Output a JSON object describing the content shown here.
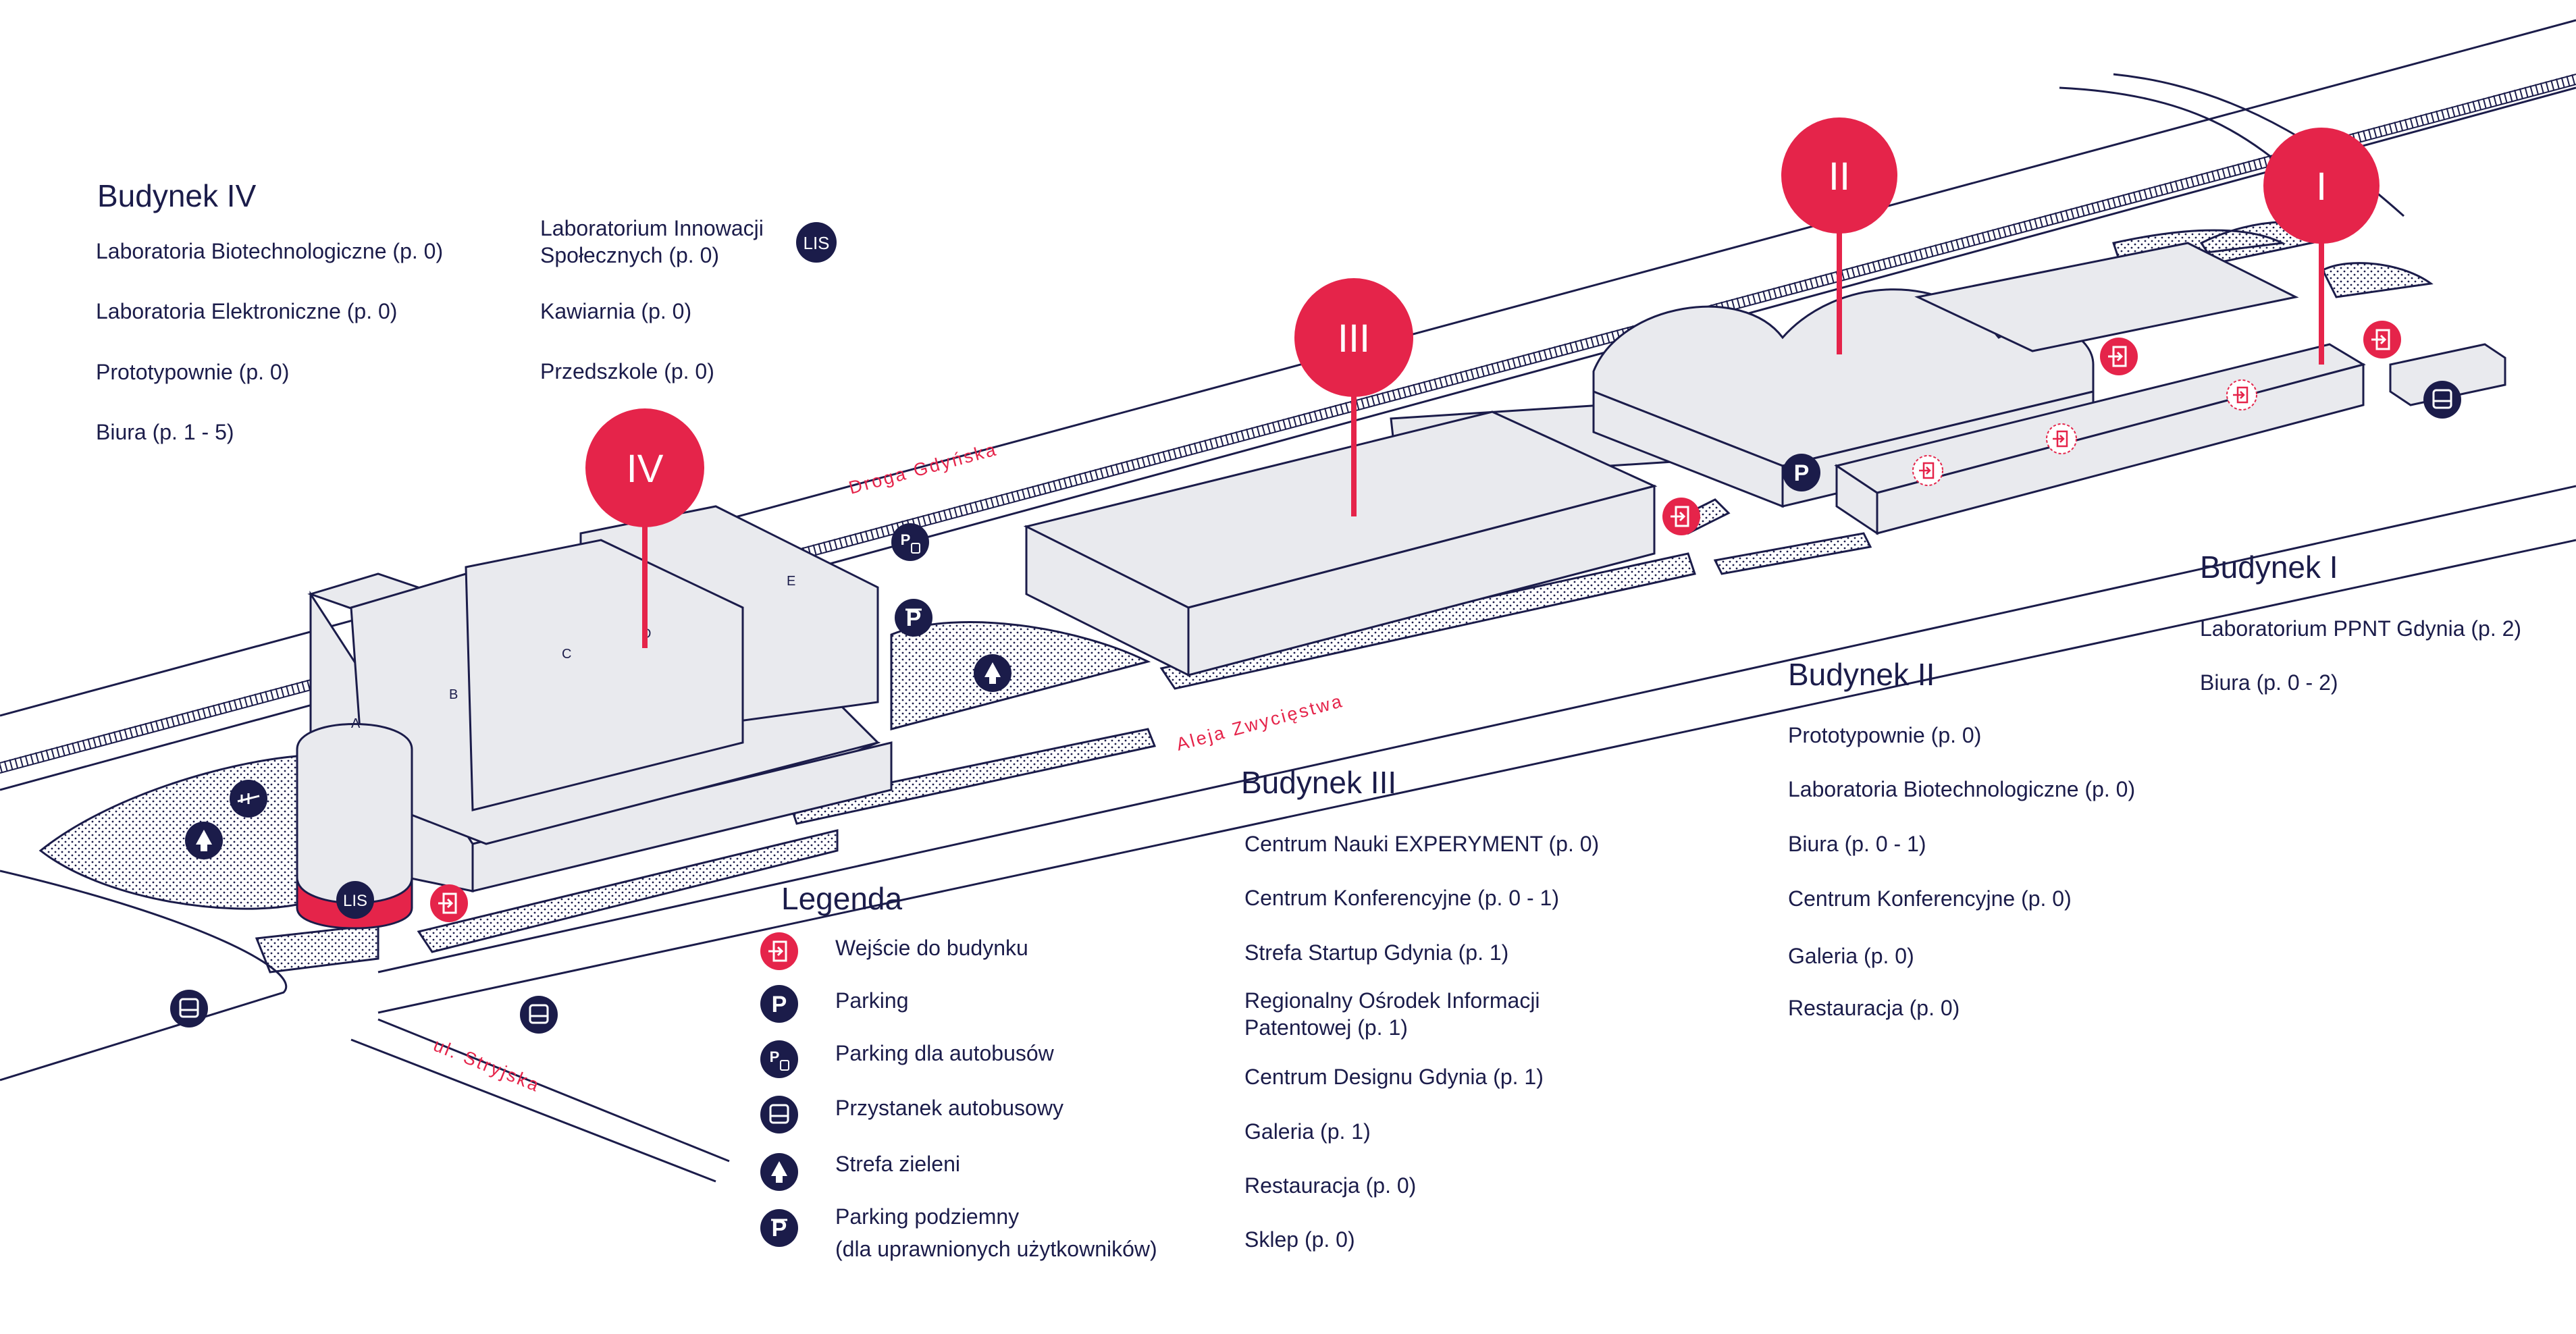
{
  "colors": {
    "navy": "#1b1c4a",
    "red": "#e5244a",
    "building_fill": "#e9eaee",
    "stroke": "#1b1c4a"
  },
  "markers": [
    {
      "id": "IV",
      "label": "IV"
    },
    {
      "id": "III",
      "label": "III"
    },
    {
      "id": "II",
      "label": "II"
    },
    {
      "id": "I",
      "label": "I"
    }
  ],
  "streets": {
    "droga": "Droga Gdyńska",
    "aleja": "Aleja Zwycięstwa",
    "stryjska": "ul. Stryjska"
  },
  "buildings": {
    "b4": {
      "title": "Budynek IV",
      "col1": [
        "Laboratoria Biotechnologiczne (p. 0)",
        "Laboratoria Elektroniczne (p. 0)",
        "Prototypownie (p. 0)",
        "Biura (p. 1 - 5)"
      ],
      "col2": [
        "Laboratorium Innowacji\nSpołecznych (p. 0)",
        "Kawiarnia (p. 0)",
        "Przedszkole (p. 0)"
      ],
      "lis_badge": "LIS",
      "section_letters": [
        "A",
        "B",
        "C",
        "D",
        "E"
      ]
    },
    "b3": {
      "title": "Budynek III",
      "items": [
        "Centrum Nauki EXPERYMENT (p. 0)",
        "Centrum Konferencyjne (p. 0 - 1)",
        "Strefa Startup Gdynia (p. 1)",
        "Regionalny Ośrodek Informacji\nPatentowej (p. 1)",
        "Centrum Designu Gdynia (p. 1)",
        "Galeria (p. 1)",
        "Restauracja (p. 0)",
        "Sklep (p. 0)"
      ]
    },
    "b2": {
      "title": "Budynek II",
      "items": [
        "Prototypownie (p. 0)",
        "Laboratoria Biotechnologiczne (p. 0)",
        "Biura (p. 0 - 1)",
        "Centrum Konferencyjne (p. 0)",
        "Galeria (p. 0)",
        "Restauracja (p. 0)"
      ]
    },
    "b1": {
      "title": "Budynek I",
      "items": [
        "Laboratorium PPNT Gdynia (p. 2)",
        "Biura (p. 0 - 2)"
      ]
    }
  },
  "legend": {
    "title": "Legenda",
    "items": [
      {
        "icon": "entrance-icon",
        "label": "Wejście do budynku"
      },
      {
        "icon": "parking-icon",
        "label": "Parking"
      },
      {
        "icon": "bus-parking-icon",
        "label": "Parking dla autobusów"
      },
      {
        "icon": "bus-stop-icon",
        "label": "Przystanek autobusowy"
      },
      {
        "icon": "tree-icon",
        "label": "Strefa zieleni"
      },
      {
        "icon": "underground-parking-icon",
        "label": "Parking podziemny",
        "note": "(dla uprawnionych użytkowników)"
      }
    ]
  },
  "map_icons": {
    "parking_letter": "P",
    "lis": "LIS"
  }
}
